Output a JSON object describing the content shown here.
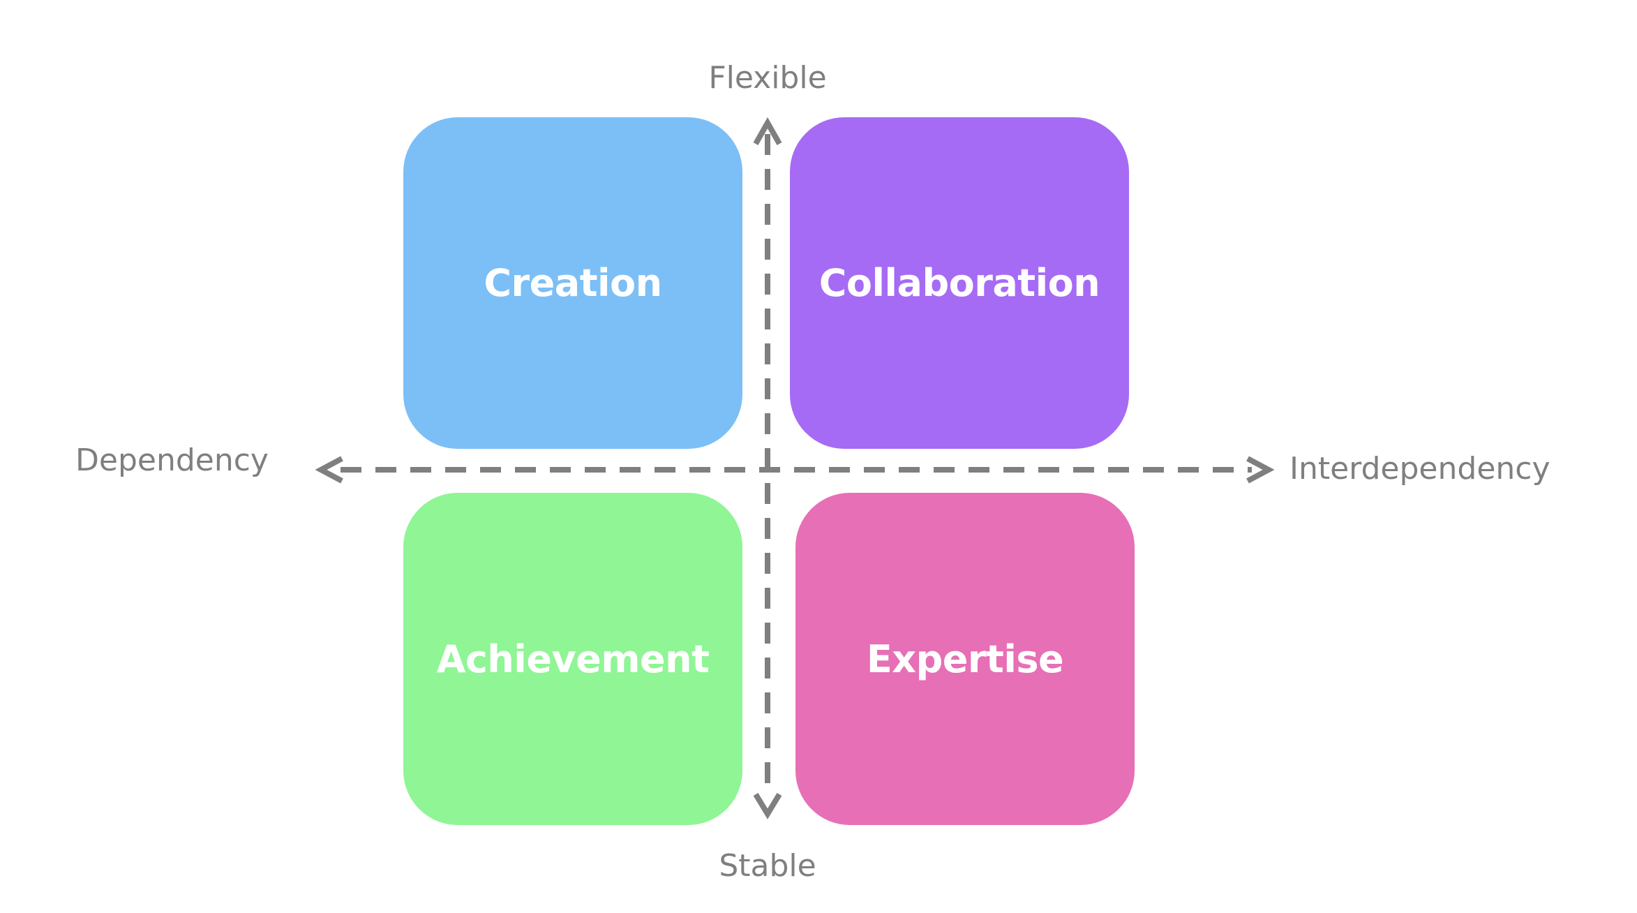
{
  "quadrants": {
    "top_left": {
      "label": "Creation",
      "color": "#7cbff6"
    },
    "top_right": {
      "label": "Collaboration",
      "color": "#a66bf5"
    },
    "bottom_left": {
      "label": "Achievement",
      "color": "#8ff595"
    },
    "bottom_right": {
      "label": "Expertise",
      "color": "#e76fb5"
    }
  },
  "axes": {
    "vertical": {
      "top_label": "Flexible",
      "bottom_label": "Stable"
    },
    "horizontal": {
      "left_label": "Dependency",
      "right_label": "Interdependency"
    },
    "color": "#7f7f7f"
  }
}
